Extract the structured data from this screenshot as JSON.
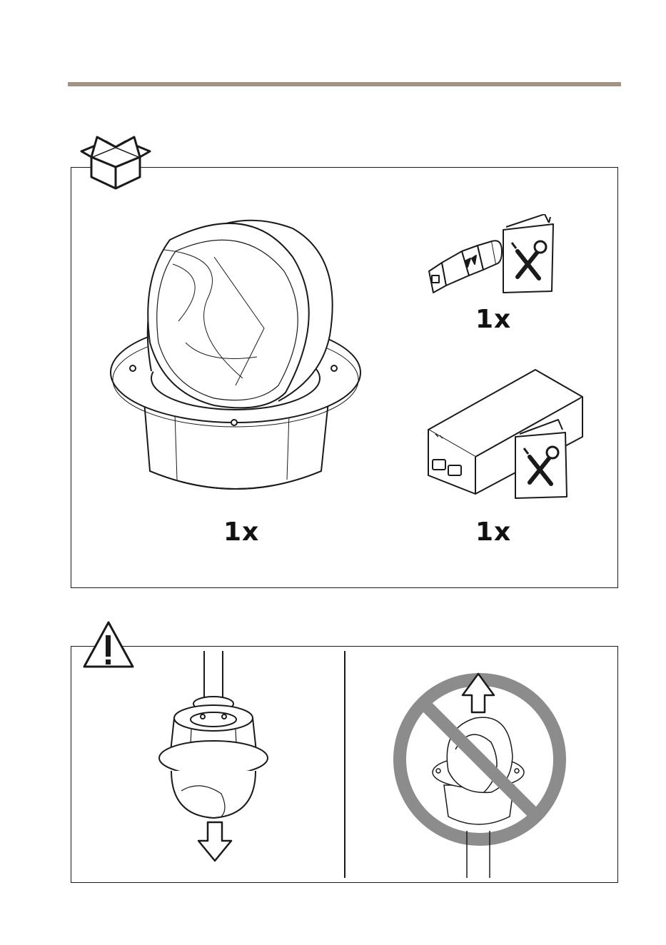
{
  "colors": {
    "top_rule": "#a39385",
    "prohibition": "#8c8c8c",
    "line": "#1a1a1a"
  },
  "icons": {
    "package": "open-box-icon",
    "warning": "warning-triangle-icon",
    "prohibition": "prohibition-icon",
    "arrow_down": "arrow-down-icon",
    "arrow_up": "arrow-up-icon"
  },
  "items": [
    {
      "name": "dome-camera-housing",
      "quantity": "1x"
    },
    {
      "name": "network-connector-with-guide",
      "quantity": "1x"
    },
    {
      "name": "midspan-power-injector-with-guide",
      "quantity": "1x"
    }
  ]
}
